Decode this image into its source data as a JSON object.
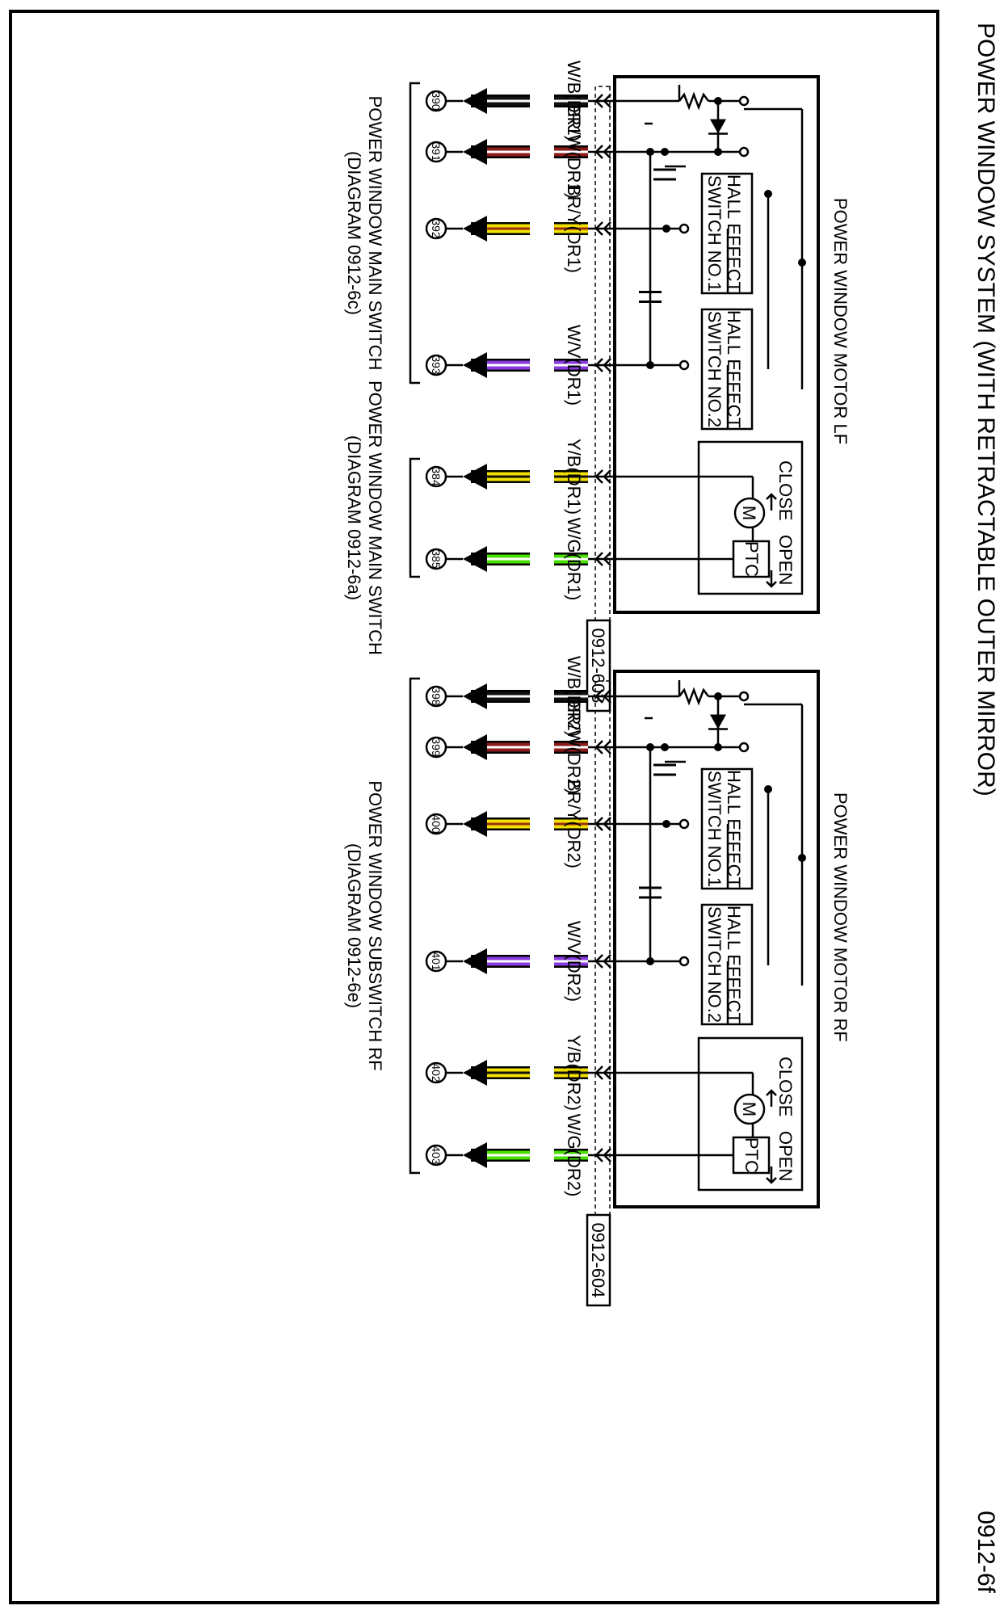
{
  "title": "POWER WINDOW SYSTEM (WITH RETRACTABLE OUTER MIRROR)",
  "page_code": "0912-6f",
  "wire_colors": {
    "W/B": "#111111",
    "BR/W": "#8b1a1a",
    "BR/Y": "#f2e000",
    "W/V": "#8a3be0",
    "Y/B": "#f2e000",
    "W/G": "#48e000"
  },
  "wire_stripe": {
    "W/B": "#ffffff",
    "BR/W": "#ffffff",
    "BR/Y": "#9b2e10",
    "W/V": "#ffffff",
    "Y/B": "#111111",
    "W/G": "#ffffff"
  },
  "units": [
    {
      "motor_label": "POWER WINDOW MOTOR LF",
      "connector": "0912-603",
      "hall1": [
        "HALL EFFECT",
        "SWITCH NO.1"
      ],
      "hall2": [
        "HALL EFFECT",
        "SWITCH NO.2"
      ],
      "ptc": "PTC",
      "motor": "M",
      "close": "CLOSE",
      "open": "OPEN",
      "groups": [
        {
          "label": [
            "POWER WINDOW MAIN SWITCH",
            "(DIAGRAM 0912-6c)"
          ]
        },
        {
          "label": [
            "POWER WINDOW MAIN SWITCH",
            "(DIAGRAM 0912-6a)"
          ]
        }
      ],
      "wires": [
        {
          "code": "W/B",
          "label": "W/B(DR1)",
          "pin": "390"
        },
        {
          "code": "BR/W",
          "label": "BR/W(DR1)",
          "pin": "391"
        },
        {
          "code": "BR/Y",
          "label": "BR/Y(DR1)",
          "pin": "392"
        },
        {
          "code": "W/V",
          "label": "W/V(DR1)",
          "pin": "393"
        },
        {
          "code": "Y/B",
          "label": "Y/B(DR1)",
          "pin": "384"
        },
        {
          "code": "W/G",
          "label": "W/G(DR1)",
          "pin": "385"
        }
      ]
    },
    {
      "motor_label": "POWER WINDOW MOTOR RF",
      "connector": "0912-604",
      "hall1": [
        "HALL EFFECT",
        "SWITCH NO.1"
      ],
      "hall2": [
        "HALL EFFECT",
        "SWITCH NO.2"
      ],
      "ptc": "PTC",
      "motor": "M",
      "close": "CLOSE",
      "open": "OPEN",
      "groups": [
        {
          "label": [
            "POWER WINDOW SUBSWITCH RF",
            "(DIAGRAM 0912-6e)"
          ]
        }
      ],
      "wires": [
        {
          "code": "W/B",
          "label": "W/B(DR2)",
          "pin": "398"
        },
        {
          "code": "BR/W",
          "label": "BR/W(DR2)",
          "pin": "399"
        },
        {
          "code": "BR/Y",
          "label": "BR/Y(DR2)",
          "pin": "400"
        },
        {
          "code": "W/V",
          "label": "W/V(DR2)",
          "pin": "401"
        },
        {
          "code": "Y/B",
          "label": "Y/B(DR2)",
          "pin": "402"
        },
        {
          "code": "W/G",
          "label": "W/G(DR2)",
          "pin": "403"
        }
      ]
    }
  ]
}
